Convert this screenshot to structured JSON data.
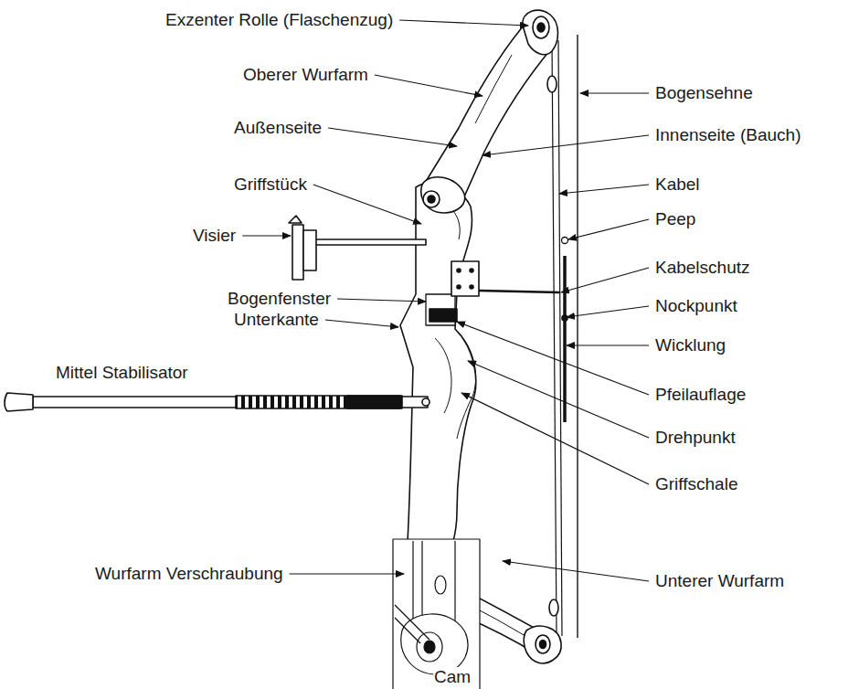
{
  "diagram": {
    "labels": [
      "Exzenter Rolle (Flaschenzug)",
      "Oberer Wurfarm",
      "Außenseite",
      "Griffstück",
      "Visier",
      "Bogenfenster",
      "Unterkante",
      "Mittel Stabilisator",
      "Wurfarm Verschraubung",
      "Bogensehne",
      "Innenseite (Bauch)",
      "Kabel",
      "Peep",
      "Kabelschutz",
      "Nockpunkt",
      "Wicklung",
      "Pfeilauflage",
      "Drehpunkt",
      "Griffschale",
      "Unterer Wurfarm",
      "Cam"
    ]
  }
}
